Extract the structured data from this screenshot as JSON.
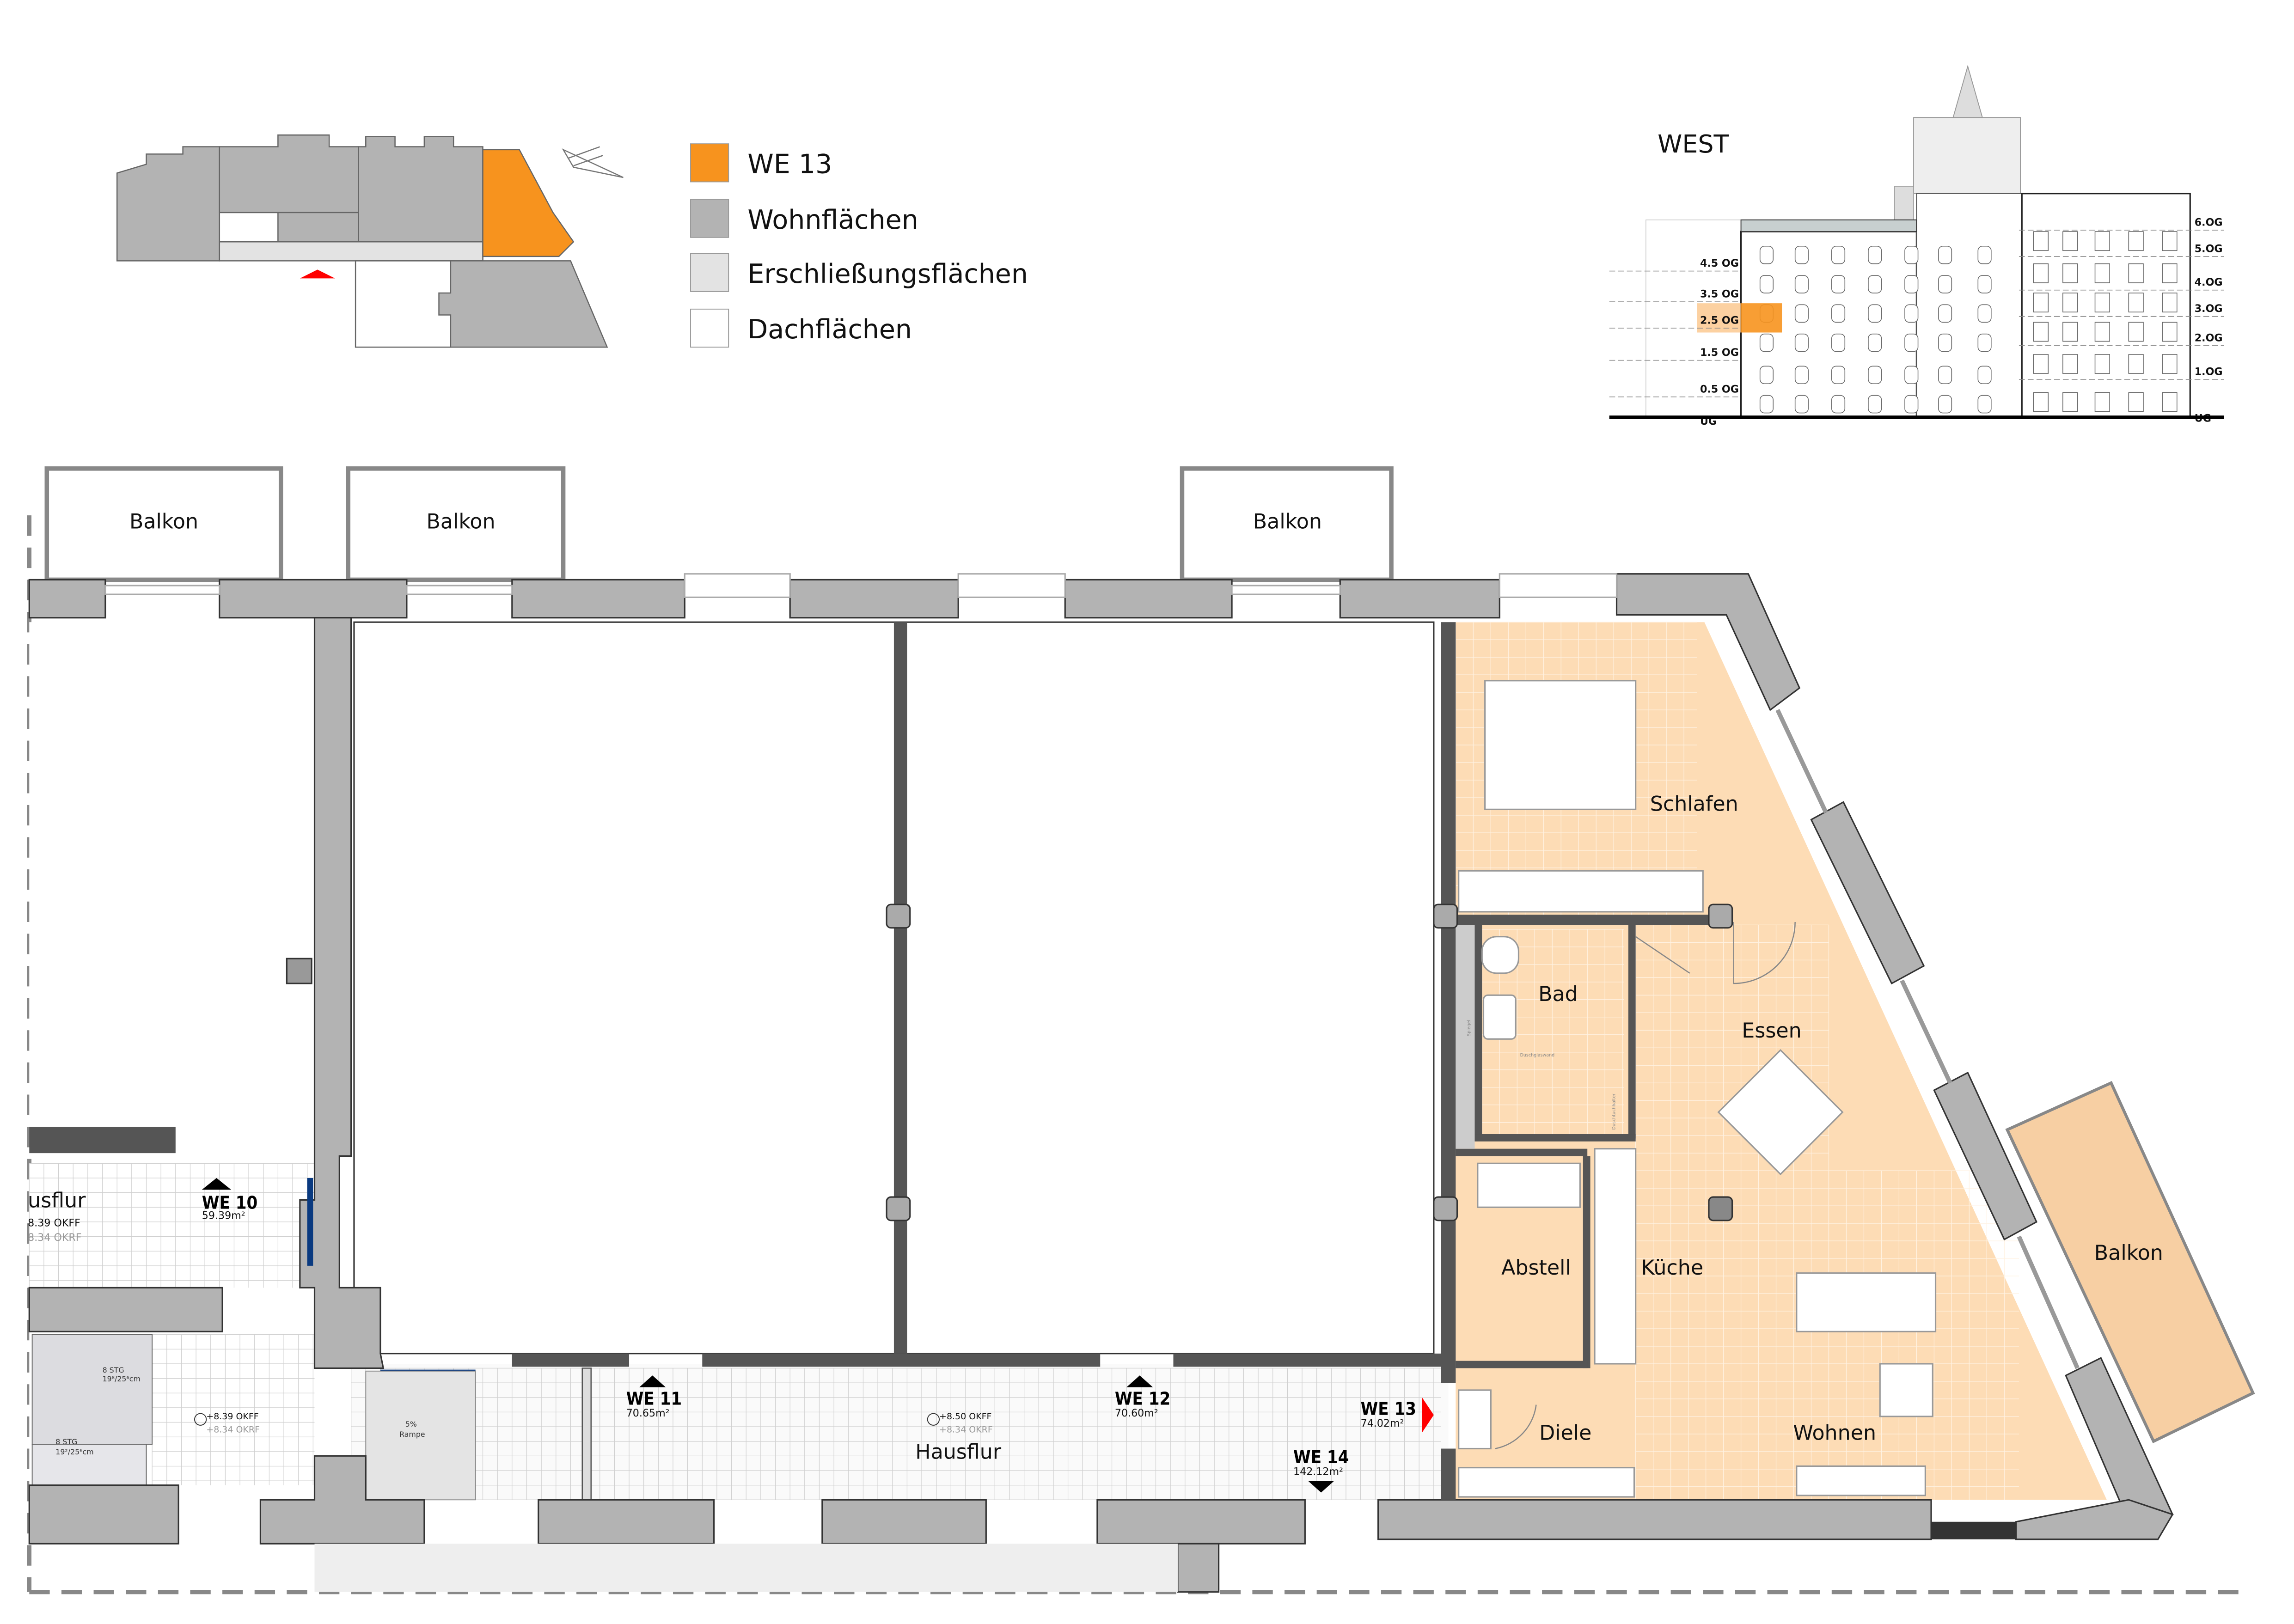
{
  "colors": {
    "accent_unit": "#f7931e",
    "unit_floor": "#fddcb5",
    "living_area": "#b3b3b3",
    "circulation": "#e3e3e3",
    "roof": "#ffffff",
    "inner_wall": "#555555",
    "entry_marker": "#ff0000"
  },
  "legend": [
    {
      "label": "WE 13",
      "color": "#f7931e"
    },
    {
      "label": "Wohnflächen",
      "color": "#b3b3b3"
    },
    {
      "label": "Erschließungsflächen",
      "color": "#e3e3e3"
    },
    {
      "label": "Dachflächen",
      "color": "#ffffff"
    }
  ],
  "elevation": {
    "title": "WEST",
    "levels_left": [
      "4.5 OG",
      "3.5 OG",
      "2.5 OG",
      "1.5 OG",
      "0.5 OG",
      "UG"
    ],
    "levels_right": [
      "6.OG",
      "5.OG",
      "4.OG",
      "3.OG",
      "2.OG",
      "1.OG",
      "UG"
    ],
    "highlighted_level": "2.5 OG"
  },
  "rooms": {
    "balkon": "Balkon",
    "schlafen": "Schlafen",
    "bad": "Bad",
    "essen": "Essen",
    "kueche": "Küche",
    "abstell": "Abstell",
    "diele": "Diele",
    "wohnen": "Wohnen",
    "hausflur": "Hausflur",
    "hausflur_left": "usflur"
  },
  "fixtures": {
    "spiegel": "Spiegel",
    "duschglaswand": "Duschglaswand",
    "duschtuchhalter": "Duschtuchhalter",
    "rampe_pct": "5%",
    "rampe": "Rampe",
    "stair_upper_steps": "8 STG",
    "stair_upper_dim": "19⁸/25⁶cm",
    "stair_lower_steps": "8 STG",
    "stair_lower_dim": "19²/25⁶cm"
  },
  "units": [
    {
      "name": "WE 10",
      "area": "59.39m²"
    },
    {
      "name": "WE 11",
      "area": "70.65m²"
    },
    {
      "name": "WE 12",
      "area": "70.60m²"
    },
    {
      "name": "WE 13",
      "area": "74.02m²"
    },
    {
      "name": "WE 14",
      "area": "142.12m²"
    }
  ],
  "elevations": {
    "left_okff": "8.39 OKFF",
    "left_okrf": "8.34 OKRF",
    "stair_okff": "+8.39 OKFF",
    "stair_okrf": "+8.34 OKRF",
    "hall_okff": "+8.50 OKFF",
    "hall_okrf": "+8.34 OKRF"
  }
}
